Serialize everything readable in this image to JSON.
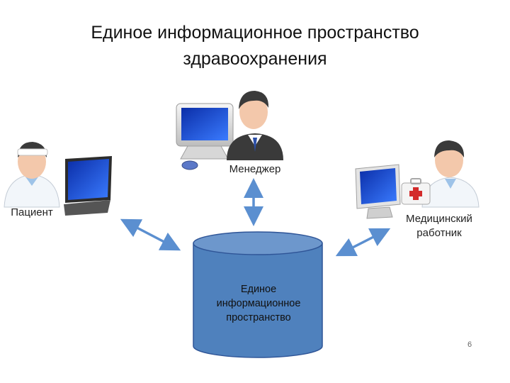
{
  "title": "Единое информационное пространство здравоохранения",
  "nodes": {
    "manager": "Менеджер",
    "patient": "Пациент",
    "medic_line1": "Медицинский",
    "medic_line2": "работник"
  },
  "database": {
    "line1": "Единое",
    "line2": "информационное",
    "line3": "пространство"
  },
  "page_number": "6",
  "colors": {
    "database_fill": "#4f81bd",
    "database_stroke": "#2f5597",
    "arrow": "#5b8fd0",
    "suit": "#3a3a3a",
    "skin": "#f3c8ab",
    "coat": "#f2f6fa",
    "screen": "#1646c9"
  }
}
